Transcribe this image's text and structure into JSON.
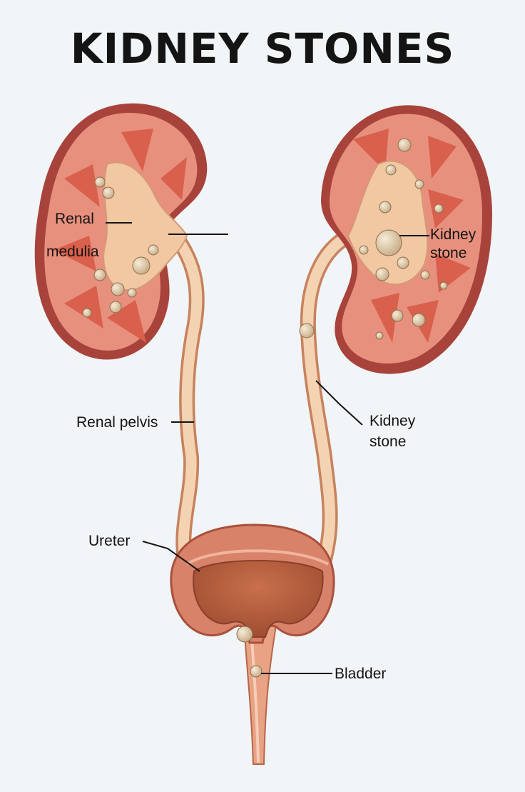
{
  "title": "KIDNEY STONES",
  "labels": {
    "renal_medulla_line1": "Renal",
    "renal_medulla_line2": "medulia",
    "kidney_stone_upper_line1": "Kidney",
    "kidney_stone_upper_line2": "stone",
    "renal_pelvis": "Renal pelvis",
    "kidney_stone_lower_line1": "Kidney",
    "kidney_stone_lower_line2": "stone",
    "ureter": "Ureter",
    "bladder": "Bladder"
  },
  "colors": {
    "background": "#f1f5f7",
    "kidney_capsule": "#a8433b",
    "kidney_cortex": "#e8907e",
    "pyramid": "#d9604c",
    "pelvis": "#f2c8a3",
    "stone": "#e3d2b3",
    "bladder_outer": "#d67b62",
    "bladder_inner": "#b9603f"
  }
}
